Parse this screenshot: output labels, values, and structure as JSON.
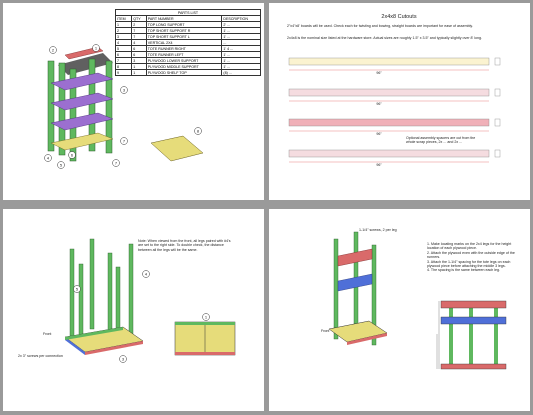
{
  "page1": {
    "parts_list": {
      "title": "PARTS LIST",
      "headers": [
        "ITEM",
        "QTY",
        "PART NUMBER",
        "DESCRIPTION"
      ],
      "rows": [
        [
          "1",
          "2",
          "TOP LONG SUPPORT",
          "2' ..."
        ],
        [
          "2",
          "7",
          "TOP SHORT SUPPORT R",
          "1' ..."
        ],
        [
          "3",
          "7",
          "TOP SHORT SUPPORT L",
          "1' ..."
        ],
        [
          "4",
          "4",
          "VERTICAL 2X4",
          "..."
        ],
        [
          "5",
          "6",
          "TOTE RUNNER RIGHT",
          "1' 4 ..."
        ],
        [
          "6",
          "6",
          "TOTE RUNNER LEFT",
          "1' ..."
        ],
        [
          "7",
          "3",
          "PLYWOOD LOWER SUPPORT",
          "1' ..."
        ],
        [
          "8",
          "1",
          "PLYWOOD MIDDLE SUPPORT",
          "1' ..."
        ],
        [
          "9",
          "1",
          "PLYWOOD SHELF TOP",
          "(8) ..."
        ]
      ]
    },
    "callouts": [
      "2",
      "1",
      "3",
      "4",
      "5",
      "6",
      "7",
      "7",
      "8"
    ]
  },
  "page2": {
    "title": "2x4x8 Cutouts",
    "intro": "2\"x4\"x8' boards will be used. Check each for twisting and bowing, straight boards are important for ease of assembly.",
    "note": "2x4x8 is the nominal size listed at the hardware store. Actual sizes are roughly 1.5\" x 3.5\" and typically slightly over 8' long.",
    "dims": [
      "96\"",
      "96\"",
      "96\"",
      "96\""
    ],
    "spacer_note": "Optional assembly spacers are cut from the whole scrap pieces, 2x ... and 2x ..."
  },
  "page3": {
    "note": "Note: When viewed from the front, all legs paired with #4's are set to the right side. To double check, the distance between all the legs will be the same.",
    "front_label": "Front",
    "screw_label": "2x 3\" screws per connection",
    "callouts": [
      "4",
      "5",
      "3",
      "1"
    ]
  },
  "page4": {
    "screw_label": "1-1/4\" screws, 2 per leg",
    "front_label": "Front",
    "instructions": [
      "1.  Make locating marks on the 2x4 legs for the height location of each plywood piece.",
      "2.  Attach the plywood even with the outside edge of the runners.",
      "3.  Attach the 1-1/4\" spacing for the tote legs on each plywood piece before attaching the middle 3 legs.",
      "4.  The spacing is the same between each leg."
    ]
  },
  "colors": {
    "green": "#5fb85f",
    "purple": "#9b6fd0",
    "red": "#d96a6a",
    "blue": "#4f6fd8",
    "plywood": "#e6dc7a",
    "pink": "#f0b0b8",
    "dim": "#d83030"
  }
}
